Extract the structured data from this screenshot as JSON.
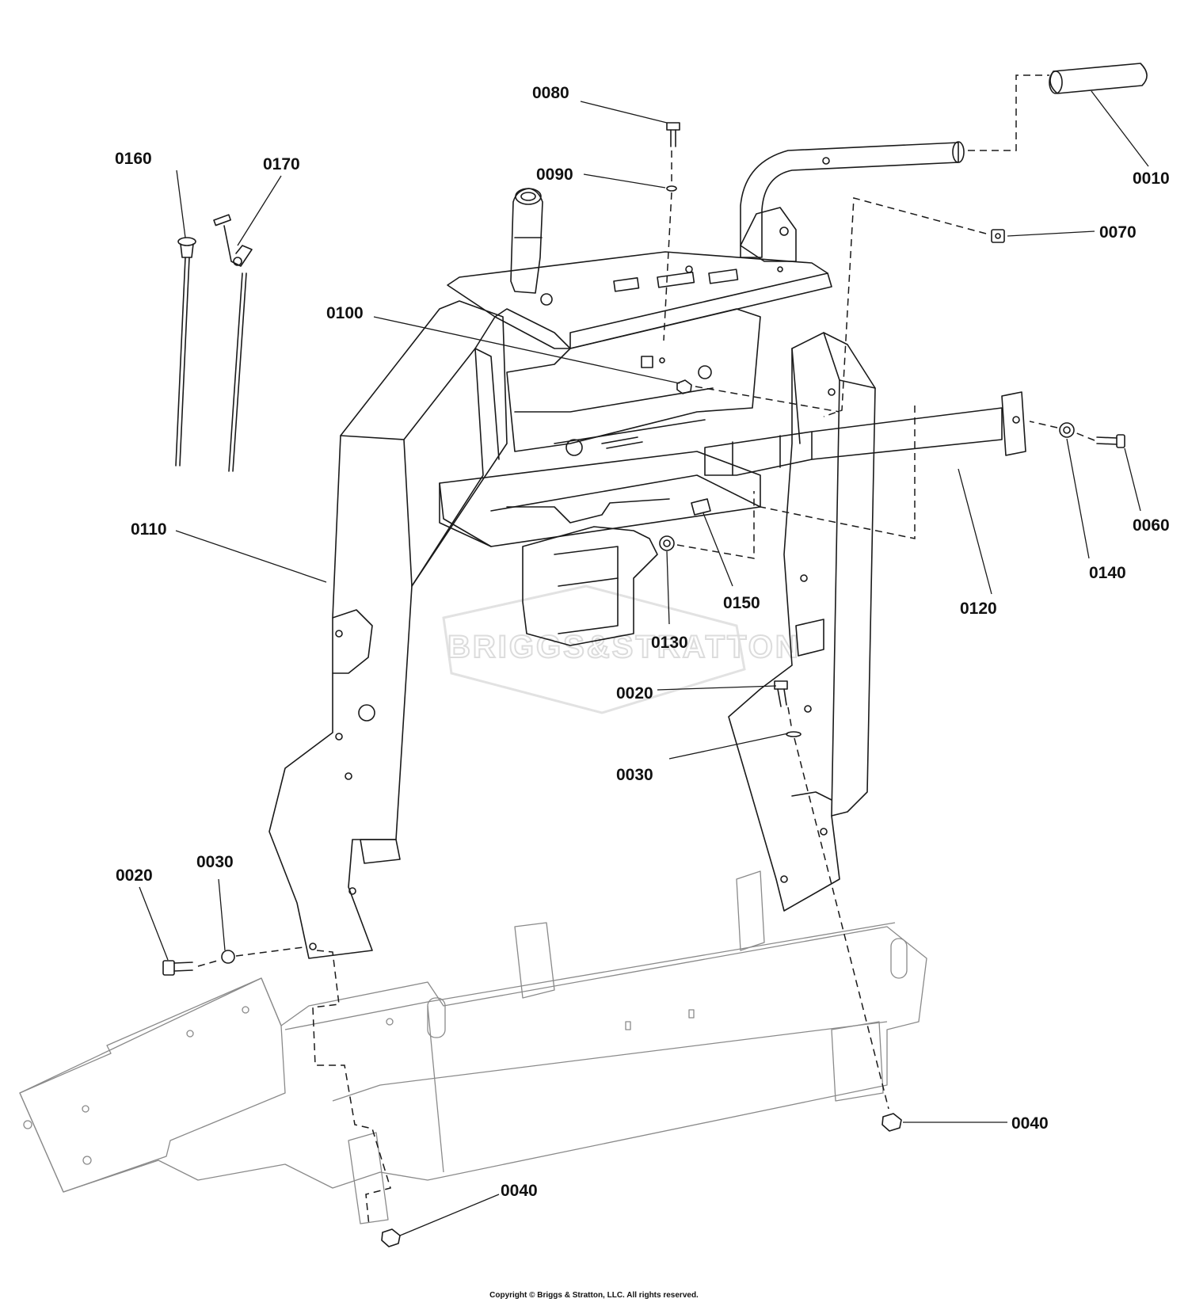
{
  "watermark": {
    "text": "BRIGGS&STRATTON",
    "color": "#dcdcdc"
  },
  "colors": {
    "line": "#1a1a1a",
    "frame": "#8a8a8a",
    "background": "#ffffff"
  },
  "callouts": [
    {
      "id": "c-0010",
      "label": "0010"
    },
    {
      "id": "c-0020a",
      "label": "0020"
    },
    {
      "id": "c-0020b",
      "label": "0020"
    },
    {
      "id": "c-0030a",
      "label": "0030"
    },
    {
      "id": "c-0030b",
      "label": "0030"
    },
    {
      "id": "c-0040a",
      "label": "0040"
    },
    {
      "id": "c-0040b",
      "label": "0040"
    },
    {
      "id": "c-0060",
      "label": "0060"
    },
    {
      "id": "c-0070",
      "label": "0070"
    },
    {
      "id": "c-0080",
      "label": "0080"
    },
    {
      "id": "c-0090",
      "label": "0090"
    },
    {
      "id": "c-0100",
      "label": "0100"
    },
    {
      "id": "c-0110",
      "label": "0110"
    },
    {
      "id": "c-0120",
      "label": "0120"
    },
    {
      "id": "c-0130",
      "label": "0130"
    },
    {
      "id": "c-0140",
      "label": "0140"
    },
    {
      "id": "c-0150",
      "label": "0150"
    },
    {
      "id": "c-0160",
      "label": "0160"
    },
    {
      "id": "c-0170",
      "label": "0170"
    }
  ],
  "copyright": "Copyright © Briggs & Stratton, LLC. All rights reserved."
}
